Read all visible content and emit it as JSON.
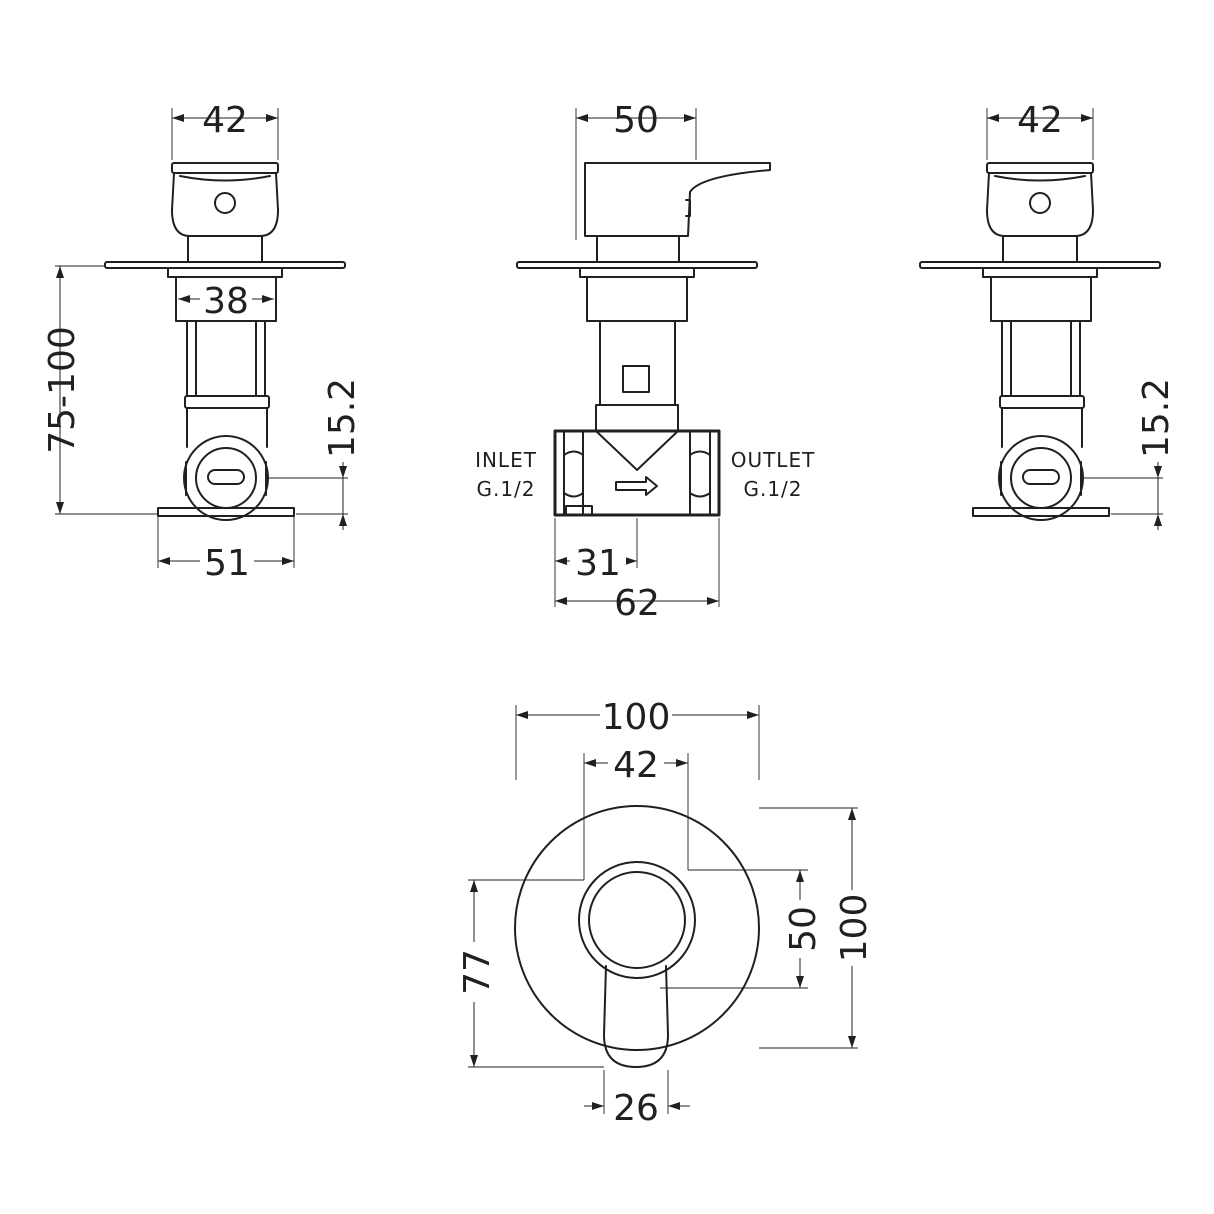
{
  "colors": {
    "line": "#231f20",
    "background": "#ffffff"
  },
  "side_left": {
    "width_top": "42",
    "width_body": "38",
    "depth_range": "75-100",
    "offset": "15.2",
    "base_width": "51"
  },
  "front": {
    "width_top": "50",
    "inlet_label": "INLET",
    "inlet_thread": "G.1/2",
    "outlet_label": "OUTLET",
    "outlet_thread": "G.1/2",
    "center_offset": "31",
    "body_width": "62"
  },
  "side_right": {
    "width_top": "42",
    "offset": "15.2"
  },
  "plan": {
    "plate_width": "100",
    "handle_width": "42",
    "lever_width": "26",
    "handle_height": "50",
    "plate_height": "100",
    "lever_reach": "77"
  }
}
